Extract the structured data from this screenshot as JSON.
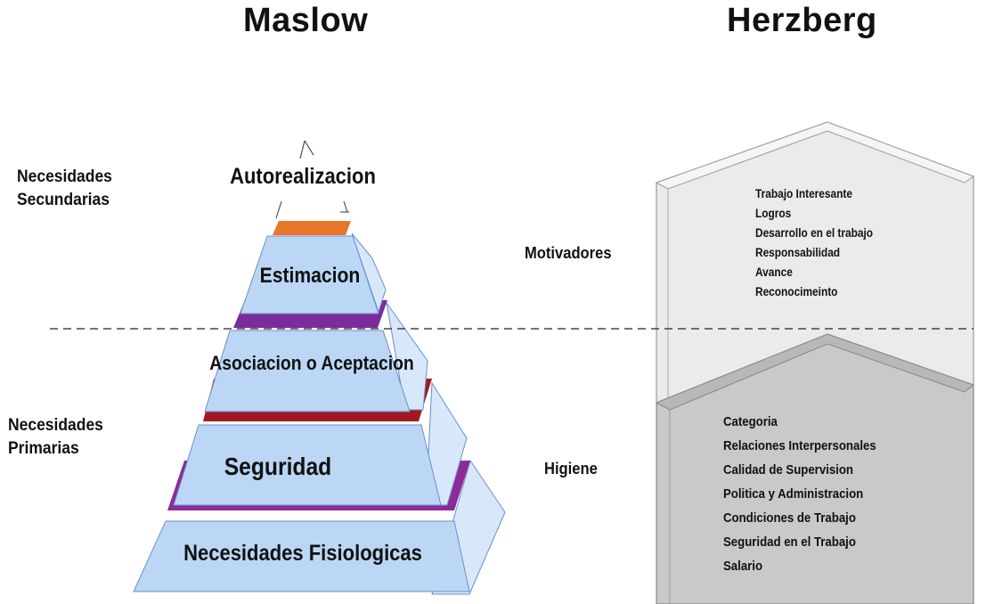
{
  "titles": {
    "left": "Maslow",
    "right": "Herzberg"
  },
  "side_labels": {
    "secondary": [
      "Necesidades",
      "Secundarias"
    ],
    "primary": [
      "Necesidades",
      "Primarias"
    ]
  },
  "pyramid_levels": [
    {
      "label": "Autorealizacion"
    },
    {
      "label": "Estimacion",
      "band_color": "#e8762a"
    },
    {
      "label": "Asociacion o Aceptacion",
      "band_color": "#7b2c9c"
    },
    {
      "label": "Seguridad",
      "band_color": "#9e1a20"
    },
    {
      "label": "Necesidades Fisiologicas",
      "band_color": "#8c2a9a"
    }
  ],
  "herzberg": {
    "motivators_label": "Motivadores",
    "hygiene_label": "Higiene",
    "motivators": [
      "Trabajo Interesante",
      "Logros",
      "Desarrollo en el trabajo",
      "Responsabilidad",
      "Avance",
      "Reconocimeinto"
    ],
    "hygiene": [
      "Categoria",
      "Relaciones Interpersonales",
      "Calidad de Supervision",
      "Politica y Administracion",
      "Condiciones de Trabajo",
      "Seguridad en el Trabajo",
      "Salario"
    ]
  },
  "colors": {
    "pyramid_front": "#bcd7f5",
    "pyramid_side": "#d8e8fa",
    "motivators_fill": "#ebebeb",
    "hygiene_fill": "#c9c9c9"
  }
}
